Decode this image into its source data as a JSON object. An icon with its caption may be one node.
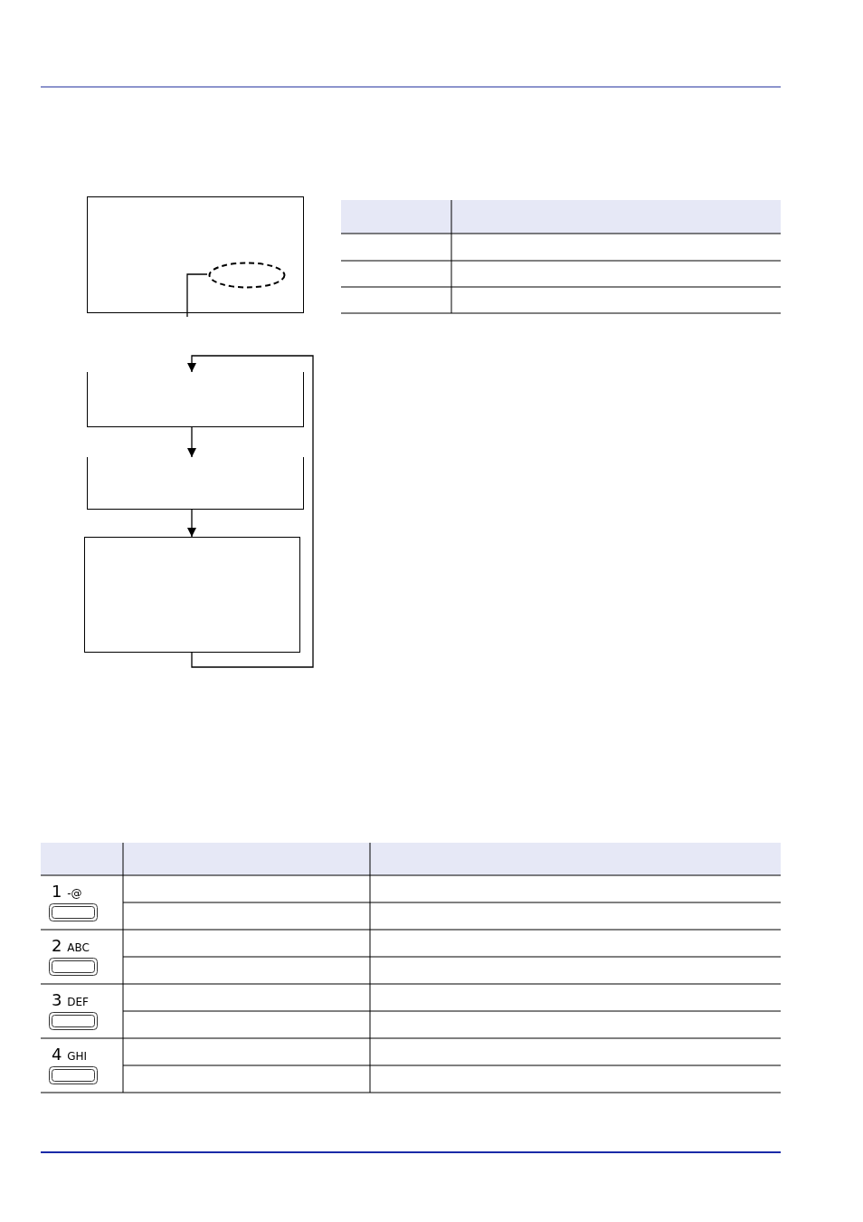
{
  "diagram": {
    "nodes": [
      {
        "text": [],
        "shape": "box"
      },
      {
        "text": [],
        "shape": "ellipse",
        "in": 0
      },
      {
        "text": [],
        "shape": "box"
      },
      {
        "text": [],
        "shape": "box"
      },
      {
        "text": [],
        "shape": "box"
      }
    ],
    "edges": [
      {
        "from": null,
        "to": 1,
        "arrow": "none"
      },
      {
        "from": 2,
        "to": 3,
        "arrow": "to"
      },
      {
        "from": 3,
        "to": 4,
        "arrow": "to"
      },
      {
        "from": 4,
        "to": 2,
        "arrow": "to"
      }
    ],
    "labels": [
      "1 -@",
      "2 ABC",
      "3 DEF",
      "4 GHI"
    ]
  }
}
